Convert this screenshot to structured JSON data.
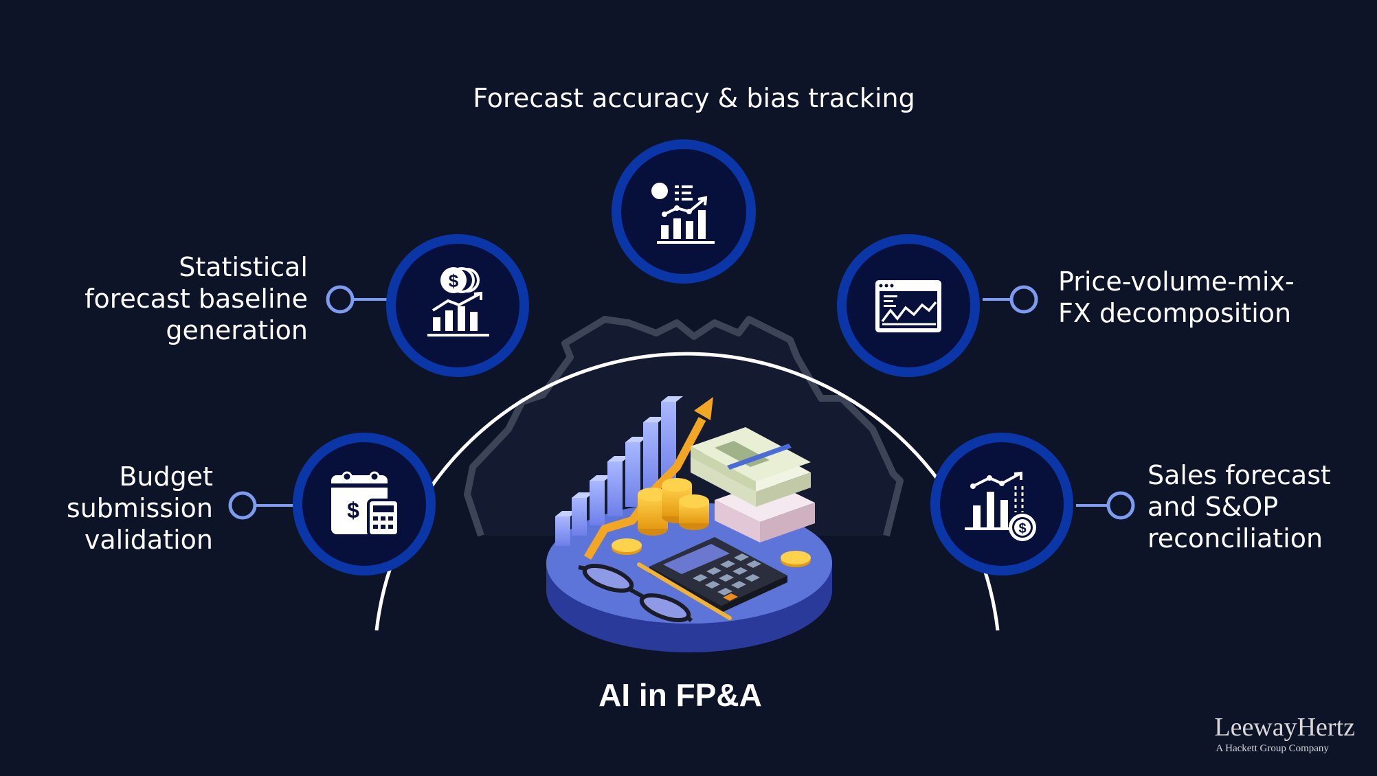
{
  "title": "AI in FP&A",
  "items": [
    {
      "id": "forecast-accuracy",
      "lines": [
        "Forecast accuracy & bias tracking"
      ],
      "icon": "analytics-dashboard-icon"
    },
    {
      "id": "statistical-baseline",
      "lines": [
        "Statistical",
        "forecast baseline",
        "generation"
      ],
      "icon": "coins-growth-chart-icon"
    },
    {
      "id": "budget-validation",
      "lines": [
        "Budget",
        "submission",
        "validation"
      ],
      "icon": "calendar-calculator-icon"
    },
    {
      "id": "pvm-fx",
      "lines": [
        "Price-volume-mix-",
        "FX decomposition"
      ],
      "icon": "browser-line-chart-icon"
    },
    {
      "id": "sales-sop",
      "lines": [
        "Sales forecast",
        "and S&OP",
        "reconciliation"
      ],
      "icon": "bar-chart-dollar-icon"
    }
  ],
  "brand": {
    "name": "LeewayHertz",
    "tagline": "A Hackett Group Company"
  },
  "colors": {
    "background": "#0e1428",
    "node_ring": "#0b36a8",
    "node_fill": "#06103a",
    "connector": "#7d9cf0",
    "arc": "#ffffff",
    "gear": "#3d4458",
    "platform": "#5a72d8"
  }
}
